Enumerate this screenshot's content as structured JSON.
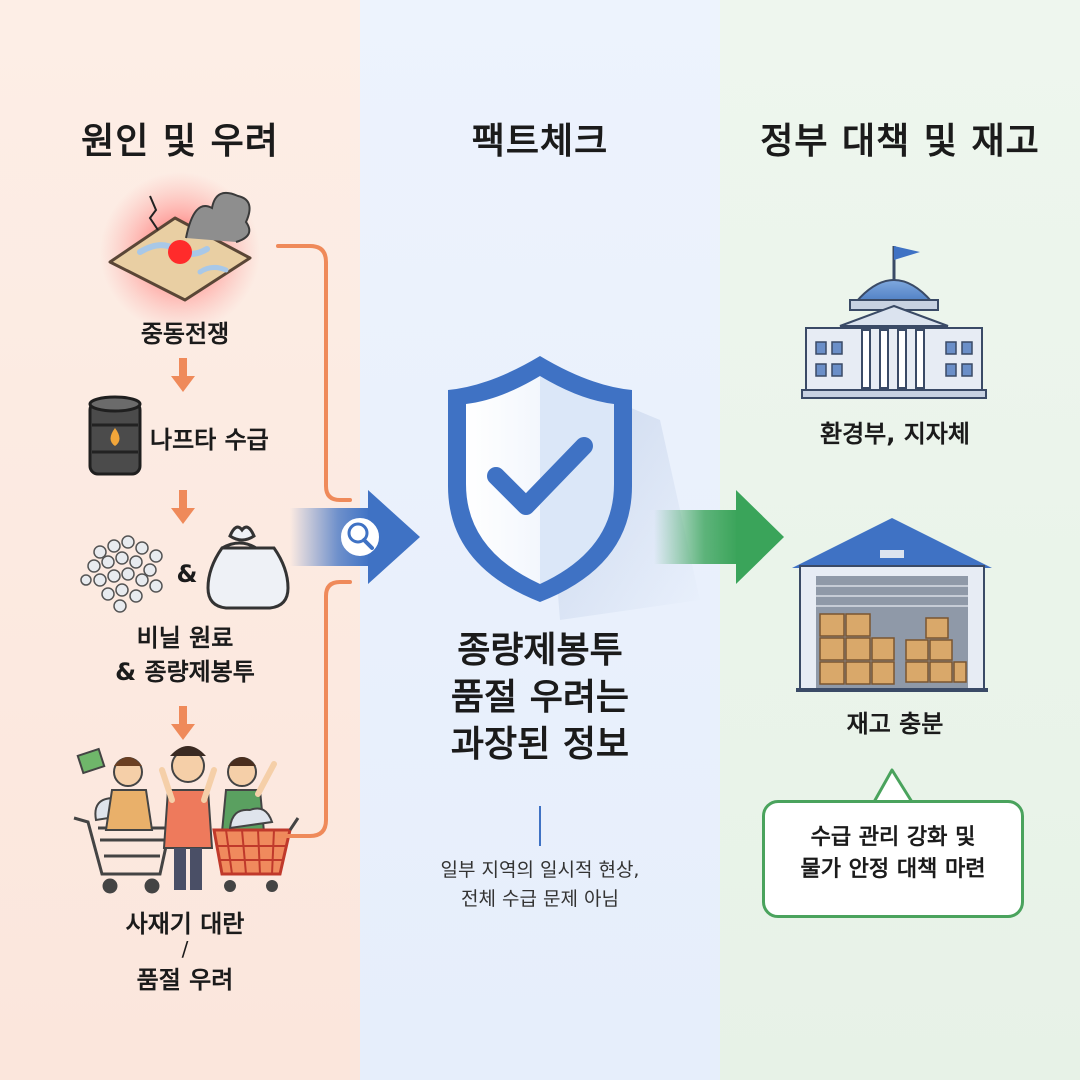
{
  "columns": {
    "left": {
      "title": "원인 및 우려"
    },
    "middle": {
      "title": "팩트체크"
    },
    "right": {
      "title": "정부 대책 및 재고"
    }
  },
  "causes": {
    "step1": "중동전쟁",
    "step2": "나프타 수급",
    "step3_amp": "&",
    "step3_line1": "비닐 원료",
    "step3_line2": "& 종량제봉투",
    "step4_line1": "사재기 대란",
    "step4_sep": "/",
    "step4_line2": "품절 우려"
  },
  "factcheck": {
    "headline_line1": "종량제봉투",
    "headline_line2": "품절 우려는",
    "headline_line3": "과장된 정보",
    "detail_line1": "일부 지역의 일시적 현상,",
    "detail_line2": "전체 수급 문제 아님"
  },
  "government": {
    "agency": "환경부, 지자체",
    "stock": "재고 충분",
    "measure_line1": "수급 관리 강화 및",
    "measure_line2": "물가 안정 대책 마련"
  },
  "colors": {
    "left_bg": "#fdeee6",
    "middle_bg": "#edf3fd",
    "right_bg": "#eef6ee",
    "orange_flow": "#ef8a5a",
    "blue_shield": "#3f72c4",
    "green_flow": "#3aa45a"
  },
  "icons": {
    "war": "war-map-icon",
    "oil": "oil-barrel-icon",
    "pellets": "plastic-pellets-icon",
    "bag": "trash-bag-icon",
    "panic": "panic-shoppers-icon",
    "search": "magnifier-icon",
    "shield": "shield-check-icon",
    "gov": "government-building-icon",
    "warehouse": "warehouse-icon"
  }
}
